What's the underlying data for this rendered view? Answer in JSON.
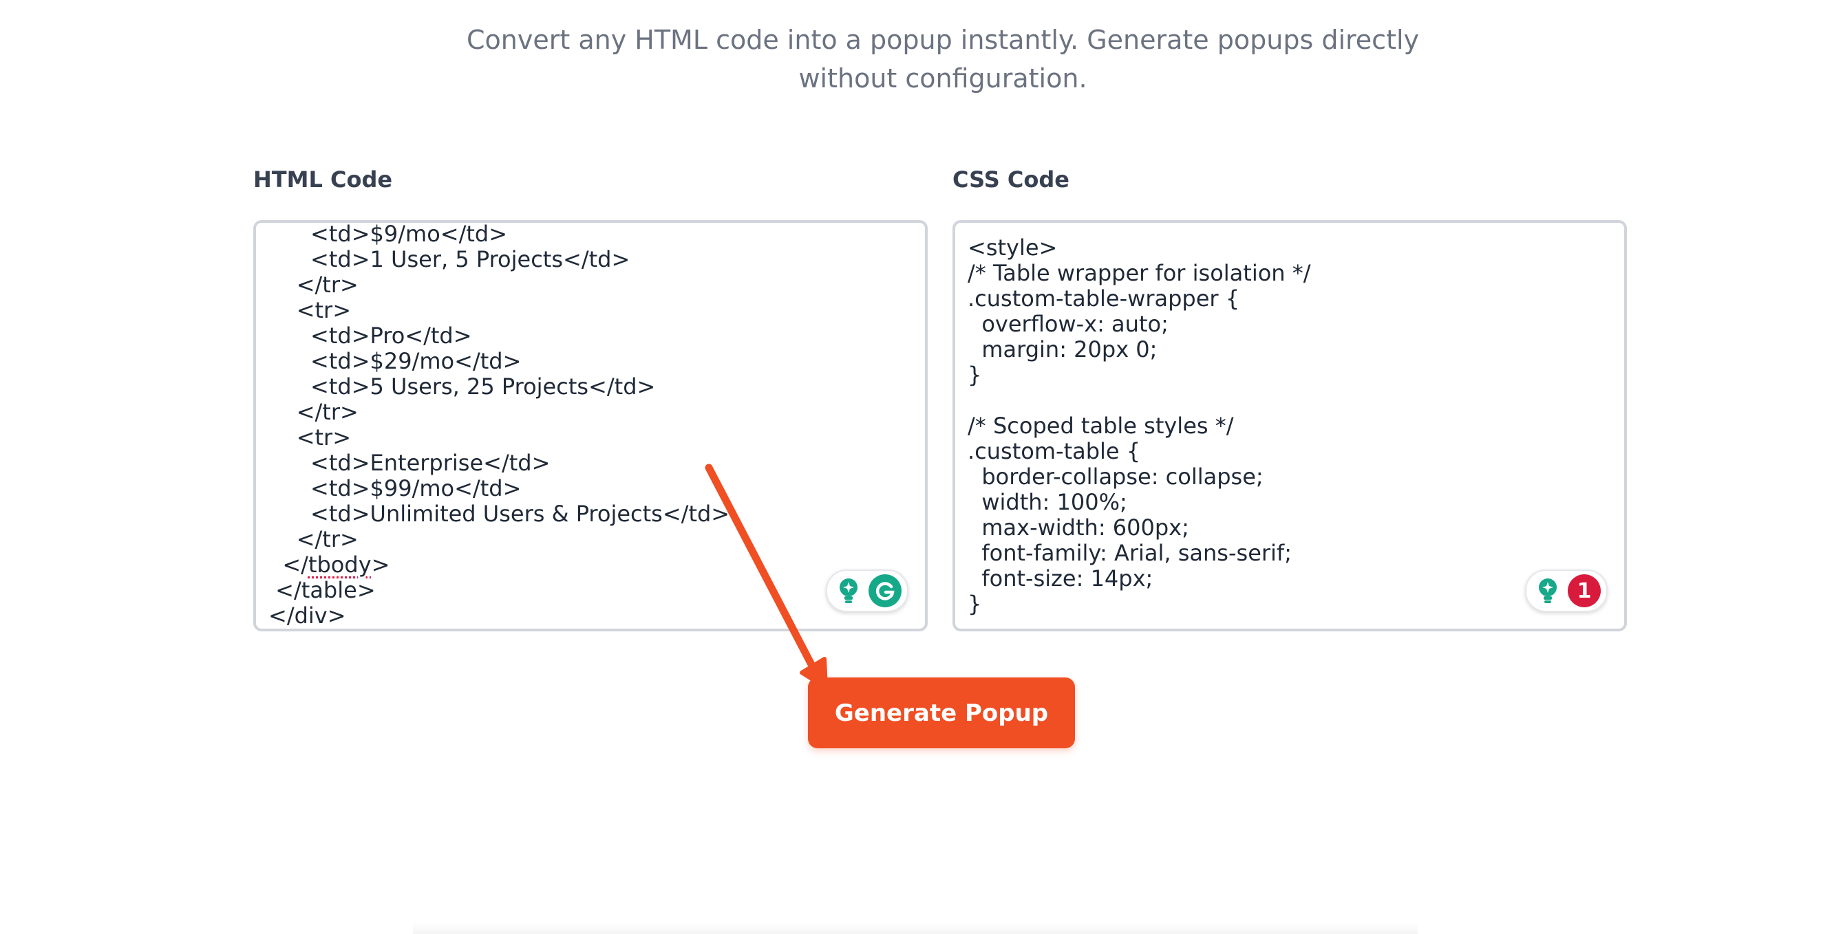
{
  "header": {
    "subtitle_line1": "Convert any HTML code into a popup instantly. Generate popups directly",
    "subtitle_line2": "without configuration."
  },
  "html_editor": {
    "label": "HTML Code",
    "lines": [
      "      <td>$9/mo</td>",
      "      <td>1 User, 5 Projects</td>",
      "    </tr>",
      "    <tr>",
      "      <td>Pro</td>",
      "      <td>$29/mo</td>",
      "      <td>5 Users, 25 Projects</td>",
      "    </tr>",
      "    <tr>",
      "      <td>Enterprise</td>",
      "      <td>$99/mo</td>",
      "      <td>Unlimited Users & Projects</td>",
      "    </tr>",
      "  </",
      "tbody",
      ">",
      " </table>",
      "</div>"
    ]
  },
  "css_editor": {
    "label": "CSS Code",
    "lines": [
      "<style>",
      "/* Table wrapper for isolation */",
      ".custom-table-wrapper {",
      "  overflow-x: auto;",
      "  margin: 20px 0;",
      "}",
      "",
      "/* Scoped table styles */",
      ".custom-table {",
      "  border-collapse: collapse;",
      "  width: 100%;",
      "  max-width: 600px;",
      "  font-family: Arial, sans-serif;",
      "  font-size: 14px;",
      "}"
    ],
    "grammarly_issue_count": "1"
  },
  "actions": {
    "generate_label": "Generate Popup"
  },
  "colors": {
    "accent": "#f04e23",
    "grammarly_green": "#15a889",
    "grammarly_alert": "#d81b3c"
  },
  "icons": {
    "bulb": "lightbulb-icon",
    "grammarly": "grammarly-logo-icon",
    "arrow": "annotation-arrow"
  }
}
